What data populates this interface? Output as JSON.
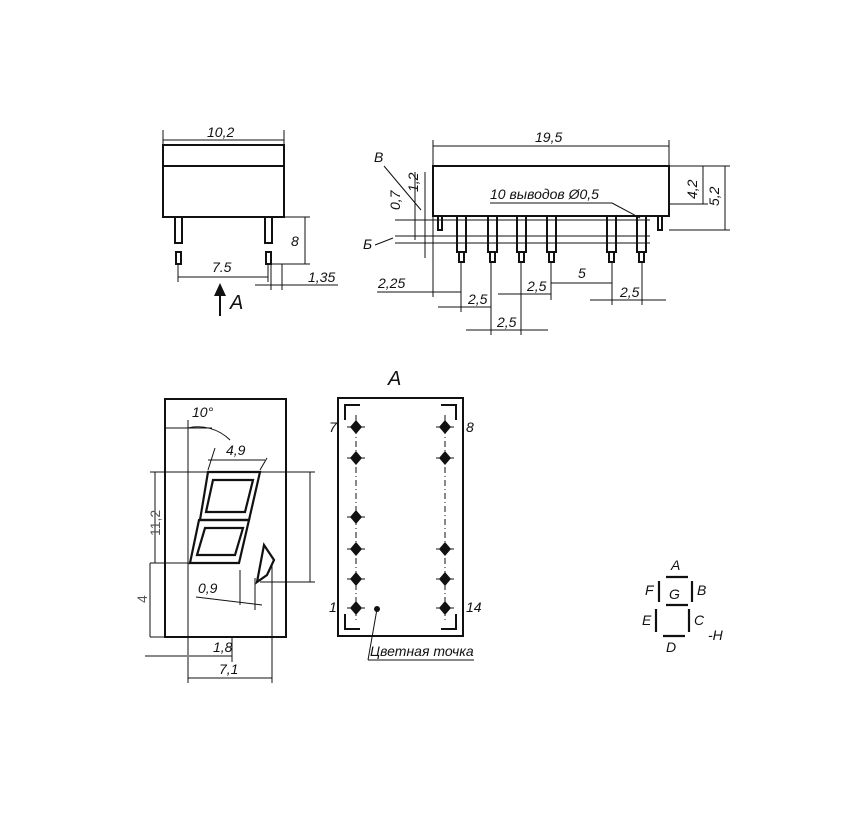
{
  "top_left": {
    "width": "10,2",
    "pin_spacing": "7.5",
    "pin_length": "8",
    "pin_offset": "1,35",
    "view_label": "A"
  },
  "top_right": {
    "length": "19,5",
    "label_v": "В",
    "label_b": "Б",
    "dim_0_7": "0,7",
    "dim_1_2": "1,2",
    "pins_note": "10 выводов  Ø0,5",
    "height_4_2": "4,2",
    "height_5_2": "5,2",
    "dim_2_25": "2,25",
    "dim_2_5_a": "2,5",
    "dim_2_5_b": "2,5",
    "dim_2_5_c": "2,5",
    "dim_5": "5",
    "dim_2_5_d": "2,5"
  },
  "front_view": {
    "angle": "10°",
    "seg_width": "4,9",
    "height_11_2": "11,2",
    "dim_4": "4",
    "seg_thickness": "0,9",
    "dim_1_8": "1,8",
    "dim_7_1": "7,1"
  },
  "view_a": {
    "title": "A",
    "pin_7": "7",
    "pin_8": "8",
    "pin_1": "1",
    "pin_14": "14",
    "dot_note": "Цветная точка"
  },
  "segment_legend": {
    "a": "A",
    "b": "B",
    "c": "C",
    "d": "D",
    "e": "E",
    "f": "F",
    "g": "G",
    "h": "-H"
  }
}
